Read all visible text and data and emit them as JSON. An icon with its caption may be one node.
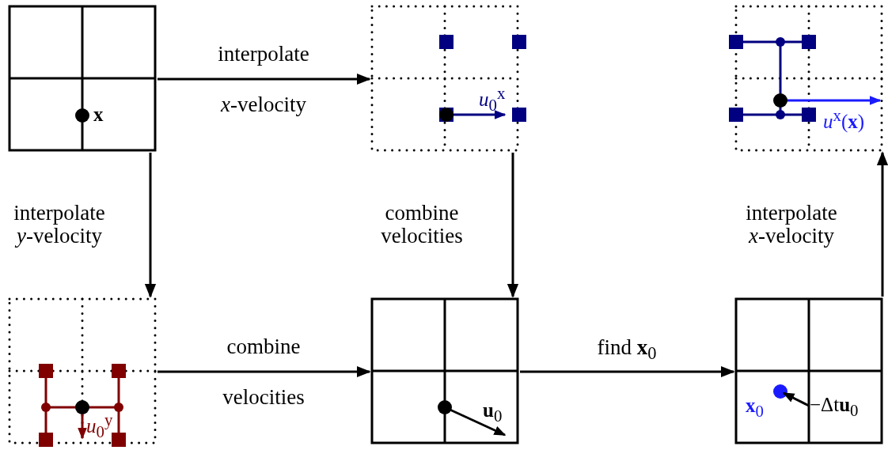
{
  "diagram": {
    "nodes": [
      {
        "text": [
          "**x**"
        ]
      },
      {
        "text": [
          "*u*$_{0}$$^{x}$"
        ]
      },
      {
        "text": [
          "*u*$^{x}$(**x**)"
        ]
      },
      {
        "text": [
          "*u*$_{0}$$^{y}$"
        ]
      },
      {
        "text": [
          "**u**$_{0}$"
        ]
      },
      {
        "text": [
          "**x**$_{0}$",
          "−Δt**u**$_{0}$"
        ]
      }
    ],
    "edges": [
      {
        "from": 0,
        "to": 1,
        "arrow": "to",
        "label": "interpolate *x*-velocity"
      },
      {
        "from": 0,
        "to": 3,
        "arrow": "to",
        "label": "interpolate *y*-velocity"
      },
      {
        "from": 1,
        "to": 4,
        "arrow": "to",
        "label": "combine velocities"
      },
      {
        "from": 3,
        "to": 4,
        "arrow": "to",
        "label": "combine velocities"
      },
      {
        "from": 4,
        "to": 5,
        "arrow": "to",
        "label": "find **x**$_{0}$"
      },
      {
        "from": 5,
        "to": 2,
        "arrow": "to",
        "label": "interpolate *x*-velocity"
      }
    ]
  }
}
